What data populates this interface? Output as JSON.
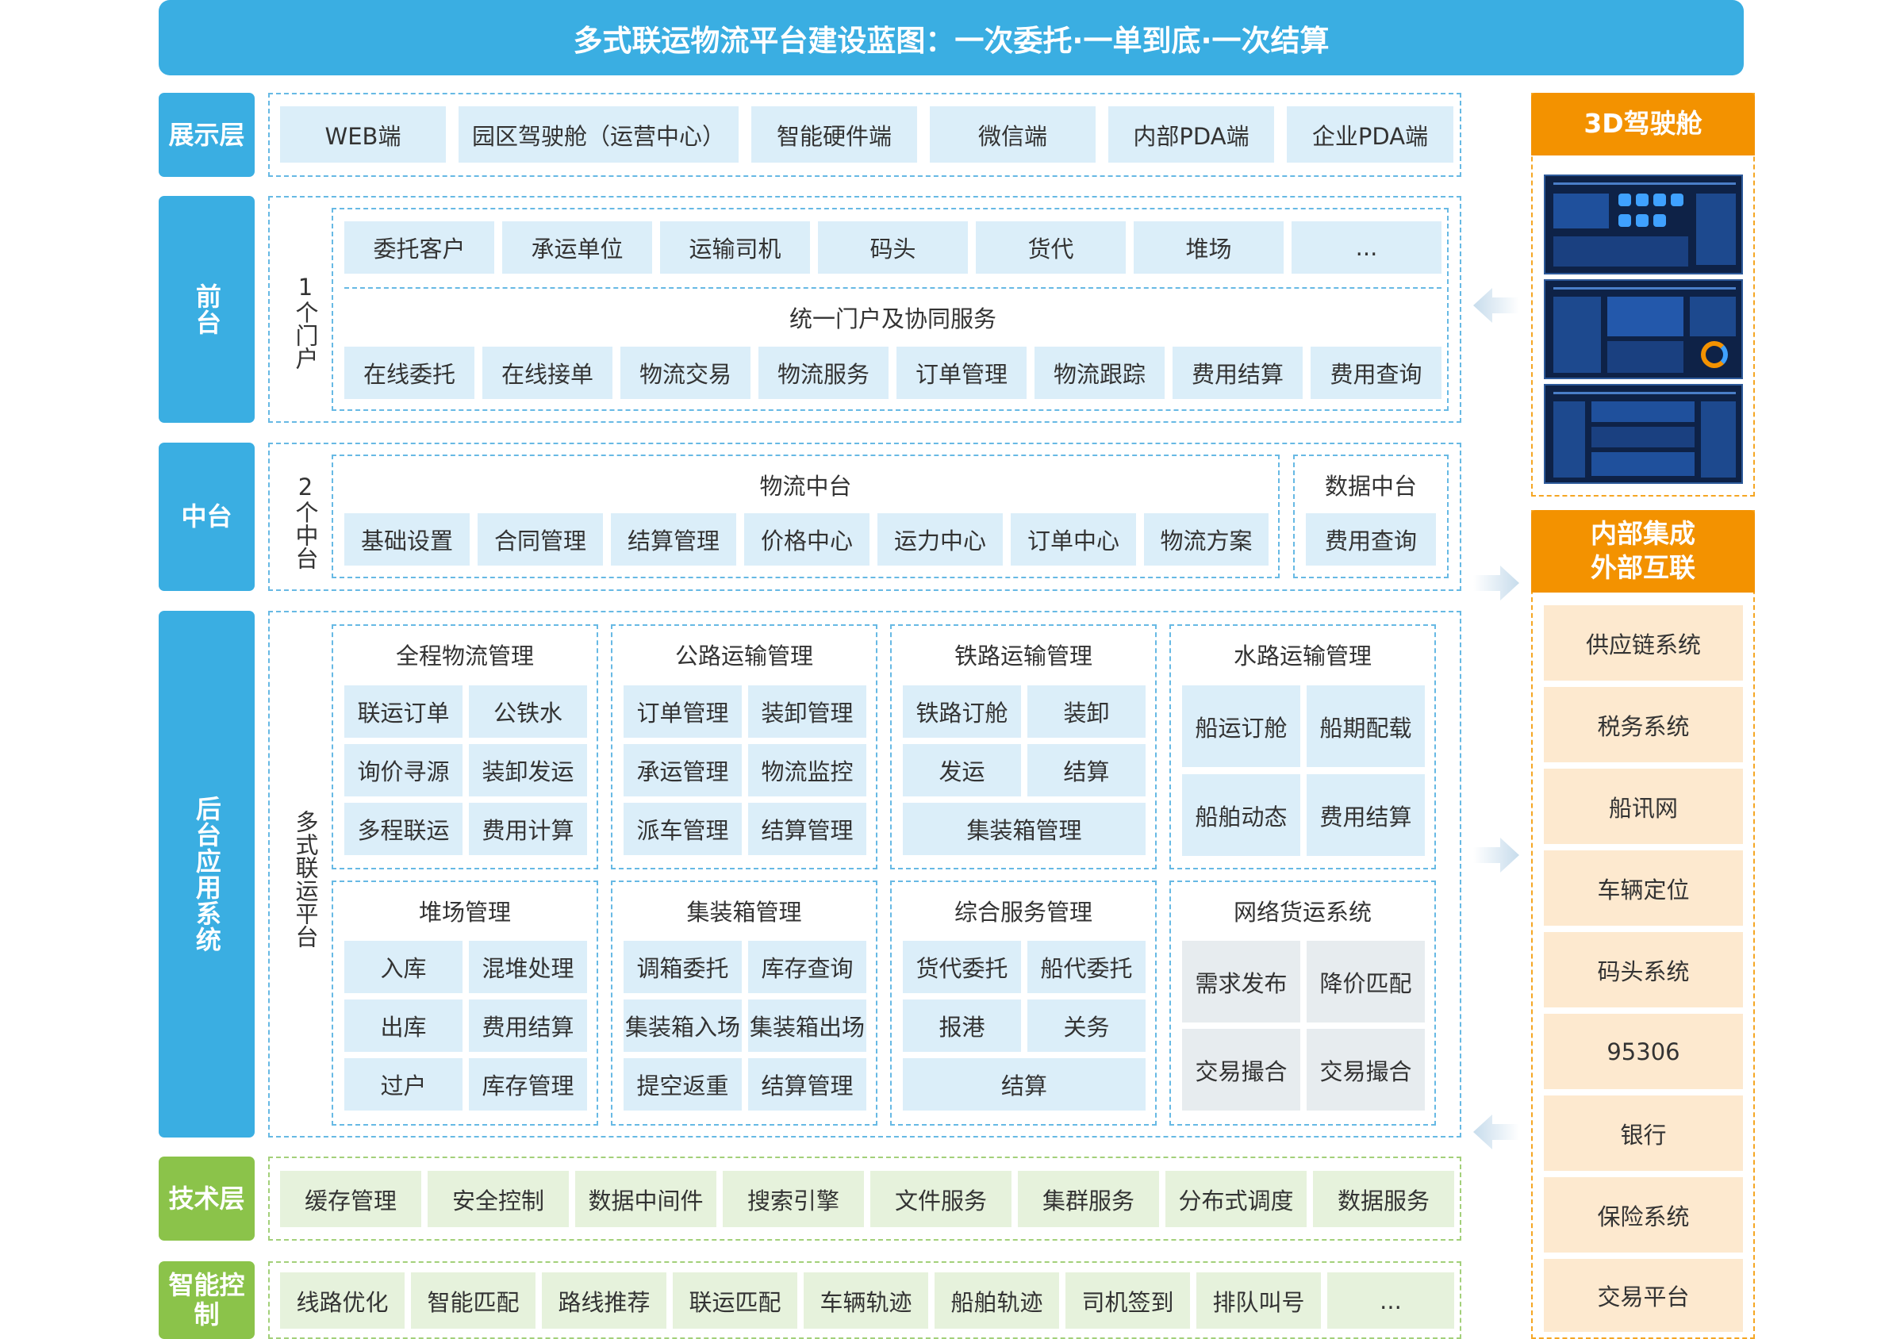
{
  "title": "多式联运物流平台建设蓝图：一次委托·一单到底·一次结算",
  "layers": {
    "display": "展示层",
    "front": "前台",
    "middle": "中台",
    "backend": "后台应用系统",
    "tech": "技术层",
    "smart": "智能控制"
  },
  "display_items": [
    "WEB端",
    "园区驾驶舱（运营中心）",
    "智能硬件端",
    "微信端",
    "内部PDA端",
    "企业PDA端"
  ],
  "front": {
    "side_label": "1个门户",
    "users": [
      "委托客户",
      "承运单位",
      "运输司机",
      "码头",
      "货代",
      "堆场",
      "..."
    ],
    "service_title": "统一门户及协同服务",
    "services": [
      "在线委托",
      "在线接单",
      "物流交易",
      "物流服务",
      "订单管理",
      "物流跟踪",
      "费用结算",
      "费用查询"
    ]
  },
  "middle": {
    "side_label": "2个中台",
    "logistics_title": "物流中台",
    "logistics_items": [
      "基础设置",
      "合同管理",
      "结算管理",
      "价格中心",
      "运力中心",
      "订单中心",
      "物流方案"
    ],
    "data_title": "数据中台",
    "data_items": [
      "费用查询"
    ]
  },
  "backend": {
    "side_label": "多式联运平台",
    "modules": [
      {
        "title": "全程物流管理",
        "items": [
          "联运订单",
          "公铁水",
          "询价寻源",
          "装卸发运",
          "多程联运",
          "费用计算"
        ]
      },
      {
        "title": "公路运输管理",
        "items": [
          "订单管理",
          "装卸管理",
          "承运管理",
          "物流监控",
          "派车管理",
          "结算管理"
        ]
      },
      {
        "title": "铁路运输管理",
        "items": [
          "铁路订舱",
          "装卸",
          "发运",
          "结算",
          "集装箱管理"
        ]
      },
      {
        "title": "水路运输管理",
        "items": [
          "船运订舱",
          "船期配载",
          "船舶动态",
          "费用结算"
        ]
      },
      {
        "title": "堆场管理",
        "items": [
          "入库",
          "混堆处理",
          "出库",
          "费用结算",
          "过户",
          "库存管理"
        ]
      },
      {
        "title": "集装箱管理",
        "items": [
          "调箱委托",
          "库存查询",
          "集装箱入场",
          "集装箱出场",
          "提空返重",
          "结算管理"
        ]
      },
      {
        "title": "综合服务管理",
        "items": [
          "货代委托",
          "船代委托",
          "报港",
          "关务",
          "结算"
        ]
      },
      {
        "title": "网络货运系统",
        "items": [
          "需求发布",
          "降价匹配",
          "交易撮合",
          "交易撮合"
        ]
      }
    ]
  },
  "tech_items": [
    "缓存管理",
    "安全控制",
    "数据中间件",
    "搜索引擎",
    "文件服务",
    "集群服务",
    "分布式调度",
    "数据服务"
  ],
  "smart_items": [
    "线路优化",
    "智能匹配",
    "路线推荐",
    "联运匹配",
    "车辆轨迹",
    "船舶轨迹",
    "司机签到",
    "排队叫号",
    "..."
  ],
  "right": {
    "cockpit_title": "3D驾驶舱",
    "integration_title_1": "内部集成",
    "integration_title_2": "外部互联",
    "integration_items": [
      "供应链系统",
      "税务系统",
      "船讯网",
      "车辆定位",
      "码头系统",
      "95306",
      "银行",
      "保险系统",
      "交易平台"
    ]
  },
  "colors": {
    "blue": "#3aaee2",
    "light_blue": "#dbeef9",
    "green": "#8bc34a",
    "light_green": "#e6f2dc",
    "orange": "#f39200",
    "light_orange": "#fde9cf"
  },
  "icons": [
    "arrow-left-icon",
    "arrow-right-icon",
    "dashboard-screenshot"
  ]
}
